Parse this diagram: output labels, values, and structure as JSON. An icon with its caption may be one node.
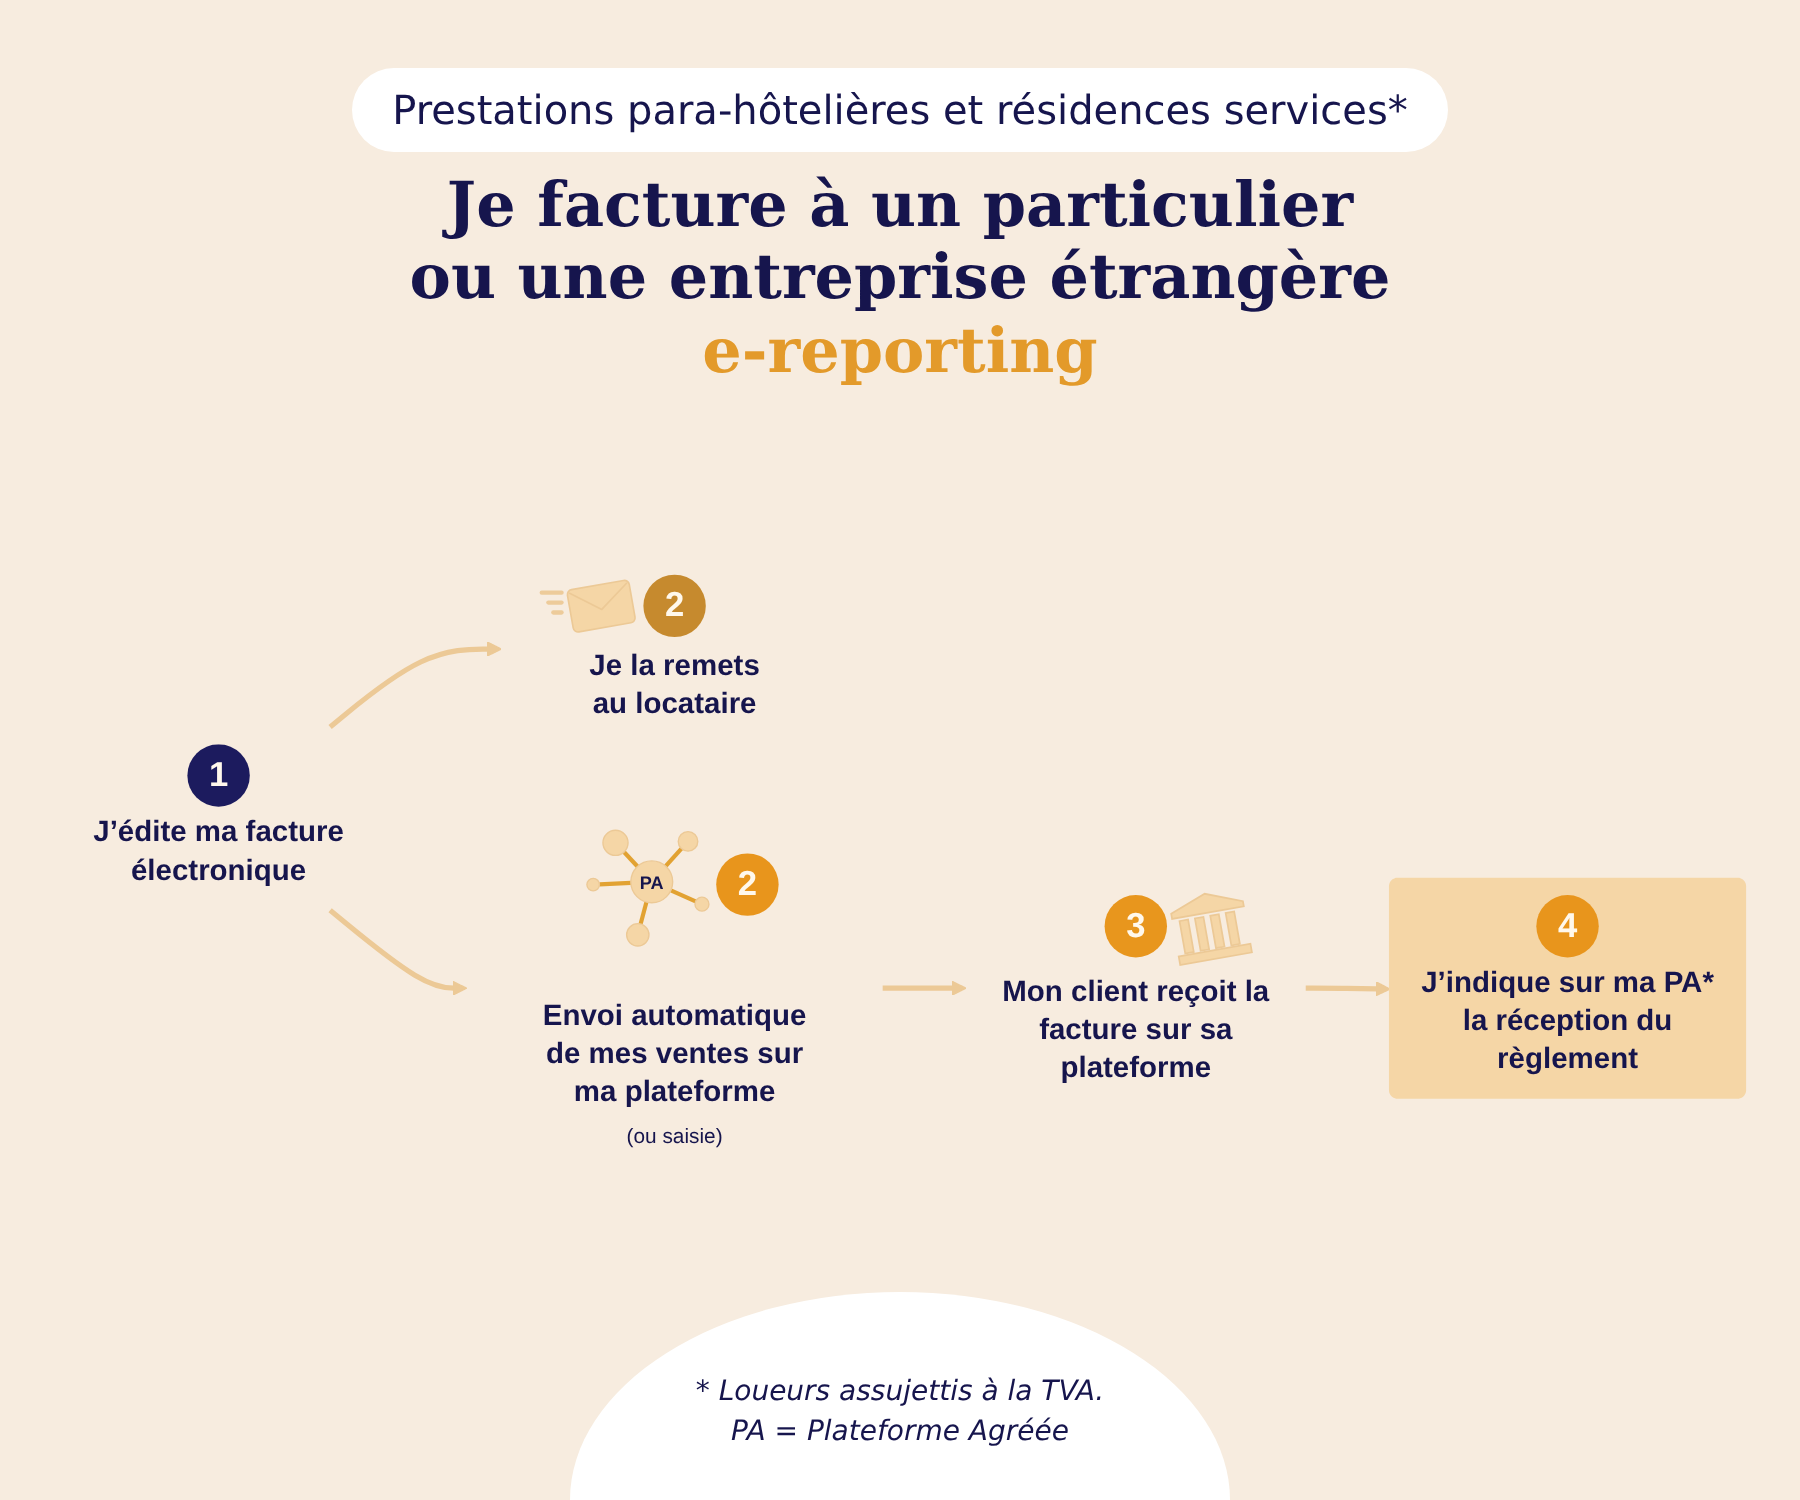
{
  "diagram": {
    "title": "Je facture à un particulier ou une entreprise étrangère",
    "nodes": [
      {
        "text": [
          "1"
        ],
        "beside": [
          "J’édite ma facture électronique"
        ]
      },
      {
        "text": [
          "2"
        ],
        "beside": [
          "Je la remets au locataire"
        ]
      },
      {
        "text": [
          "2"
        ],
        "beside": [
          "Envoi automatique de mes ventes sur ma plateforme",
          "(ou saisie)"
        ]
      },
      {
        "text": [
          "3"
        ],
        "beside": [
          "Mon client reçoit la facture sur sa plateforme"
        ]
      },
      {
        "text": [
          "4",
          "J’indique sur ma PA* la réception du règlement"
        ]
      }
    ],
    "edges": [
      {
        "from": 0,
        "to": 1,
        "arrow": "to"
      },
      {
        "from": 0,
        "to": 2,
        "arrow": "to"
      },
      {
        "from": 2,
        "to": 3,
        "arrow": "to"
      },
      {
        "from": 3,
        "to": 4,
        "arrow": "to"
      }
    ],
    "labels": [
      "Prestations para-hôtelières et résidences services*",
      "e-reporting",
      "PA",
      "* Loueurs assujettis à la TVA.",
      "PA = Plateforme Agréée"
    ]
  }
}
